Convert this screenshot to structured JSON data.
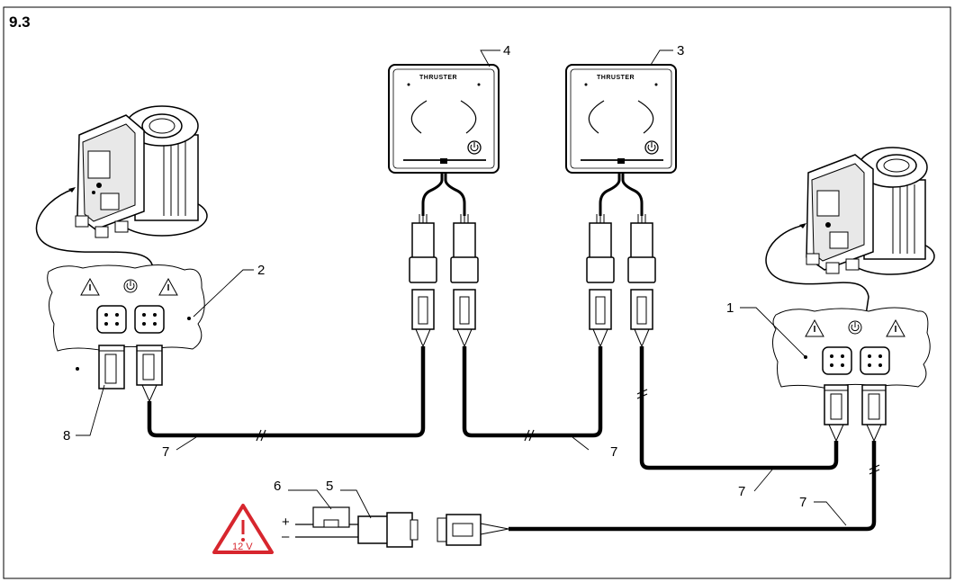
{
  "section_number": "9.3",
  "callouts": {
    "c1": "1",
    "c2": "2",
    "c3": "3",
    "c4": "4",
    "c5": "5",
    "c6": "6",
    "c7a": "7",
    "c7b": "7",
    "c7c": "7",
    "c7d": "7",
    "c8": "8"
  },
  "panels": {
    "left_brand": "THRUSTER",
    "right_brand": "THRUSTER"
  },
  "power": {
    "plus": "+",
    "minus": "–",
    "voltage": "12 V"
  },
  "colors": {
    "warning": "#d7262e",
    "line": "#000000"
  }
}
